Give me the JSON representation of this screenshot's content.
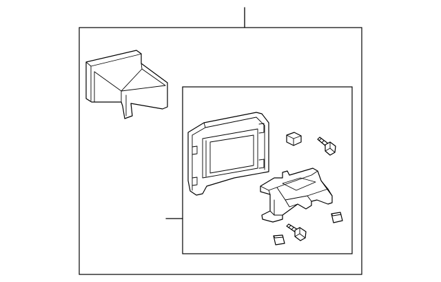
{
  "diagram": {
    "type": "exploded-parts-diagram",
    "colors": {
      "stroke": "#000000",
      "background": "#ffffff"
    },
    "parts": [
      {
        "name": "duct-bracket"
      },
      {
        "name": "display-housing"
      },
      {
        "name": "mounting-bracket"
      },
      {
        "name": "clip"
      },
      {
        "name": "bolt"
      },
      {
        "name": "bolt"
      },
      {
        "name": "pad"
      },
      {
        "name": "pad"
      }
    ],
    "callouts": [
      {
        "name": "assembly-callout"
      },
      {
        "name": "subassembly-callout"
      }
    ]
  }
}
